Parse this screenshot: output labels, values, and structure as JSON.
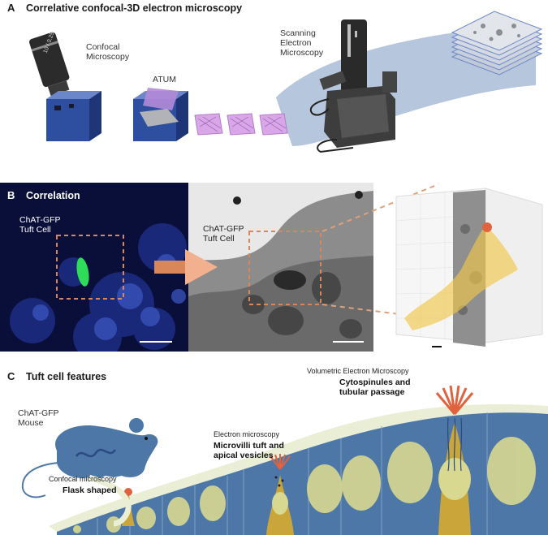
{
  "panelA": {
    "letter": "A",
    "title": "Correlative confocal-3D electron microscopy",
    "confocal_label": "Confocal Microscopy",
    "objective_text": "10 / 0.25",
    "atum_label": "ATUM",
    "sem_label": "Scanning Electron Microscopy"
  },
  "panelB": {
    "letter": "B",
    "title": "Correlation",
    "left_label": "ChAT-GFP Tuft Cell",
    "mid_label": "ChAT-GFP Tuft Cell"
  },
  "panelC": {
    "letter": "C",
    "title": "Tuft cell features",
    "mouse_label": "ChAT-GFP Mouse",
    "confocal_method": "Confocal microscopy",
    "confocal_feature": "Flask shaped",
    "em_method": "Electron microscopy",
    "em_feature": "Microvilli tuft and apical vesicles",
    "vem_method": "Volumetric Electron Microscopy",
    "vem_feature": "Cytospinules and tubular passage"
  },
  "colors": {
    "epithelium": "#4d77a6",
    "tuft_cell": "#c9a53a",
    "nucleus": "#d8d890",
    "tuft_tip": "#e0623e",
    "lumen": "#e9eed5"
  }
}
